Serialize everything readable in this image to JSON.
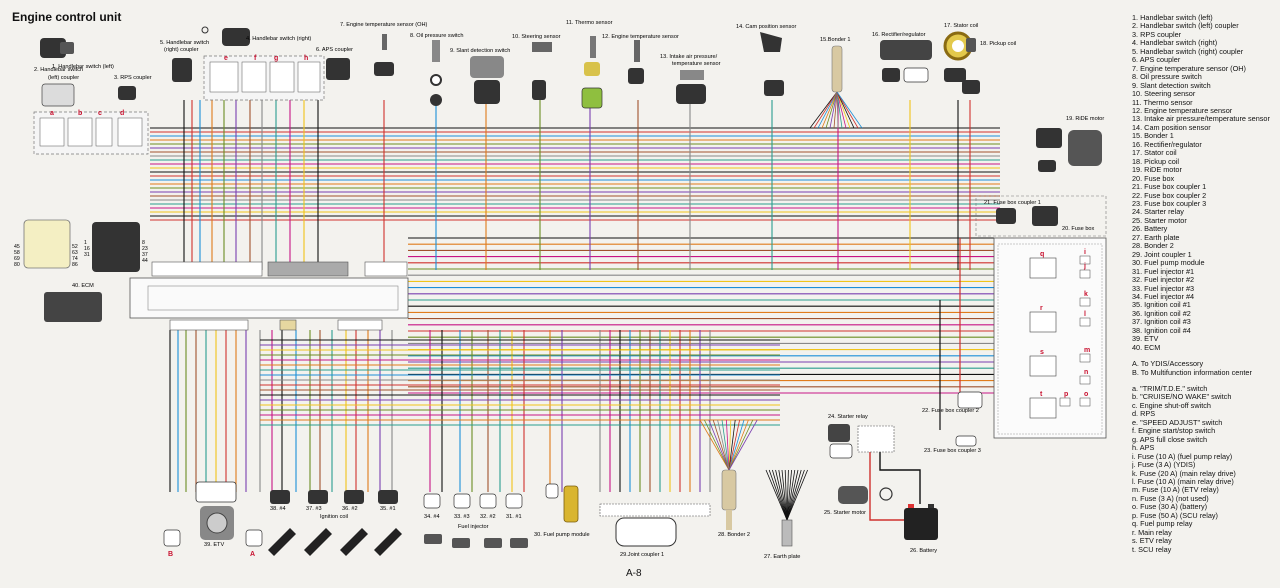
{
  "title": "Engine control unit",
  "page_number": "A-8",
  "components": {
    "c1": "1. Handlebar switch (left)",
    "c2a": "2. Handlebar switch",
    "c2b": "(left) coupler",
    "c3": "3. RPS coupler",
    "c4": "4. Handlebar switch (right)",
    "c5a": "5. Handlebar switch",
    "c5b": "(right) coupler",
    "c6": "6. APS coupler",
    "c7": "7. Engine temperature sensor (OH)",
    "c8": "8. Oil pressure switch",
    "c9": "9. Slant detection switch",
    "c10": "10. Steering sensor",
    "c11": "11. Thermo sensor",
    "c12": "12. Engine temperature sensor",
    "c13a": "13. Intake air pressure/",
    "c13b": "temperature sensor",
    "c14": "14. Cam position sensor",
    "c15": "15.Bonder 1",
    "c16": "16. Rectifier/regulator",
    "c17": "17. Stator coil",
    "c18": "18. Pickup coil",
    "c19": "19. RiDE motor",
    "c20": "20. Fuse box",
    "c21": "21. Fuse box coupler 1",
    "c22": "22. Fuse box coupler 2",
    "c23": "23. Fuse box coupler 3",
    "c24": "24. Starter relay",
    "c25": "25. Starter motor",
    "c26": "26. Battery",
    "c27": "27. Earth plate",
    "c28": "28. Bonder 2",
    "c29": "29.Joint coupler 1",
    "c30": "30. Fuel pump module",
    "c31": "31. #1",
    "c32": "32. #2",
    "c33": "33. #3",
    "c34": "34. #4",
    "c35": "35. #1",
    "c36": "36. #2",
    "c37": "37. #3",
    "c38": "38. #4",
    "c39": "39. ETV",
    "c40": "40. ECM",
    "ignition_coil": "Ignition coil",
    "fuel_injector": "Fuel injector"
  },
  "letters": {
    "a": "a",
    "b": "b",
    "c": "c",
    "d": "d",
    "e": "e",
    "f": "f",
    "g": "g",
    "h": "h",
    "i": "i",
    "j": "j",
    "k": "k",
    "l": "l",
    "m": "m",
    "n": "n",
    "o": "o",
    "p": "p",
    "q": "q",
    "r": "r",
    "s": "s",
    "t": "t",
    "A": "A",
    "B": "B"
  },
  "pins": {
    "p45": "45",
    "p58": "58",
    "p69": "69",
    "p80": "80",
    "p52": "52",
    "p63": "63",
    "p74": "74",
    "p86": "86",
    "p1": "1",
    "p8": "8",
    "p16": "16",
    "p23": "23",
    "p31": "31",
    "p37": "37",
    "p44": "44"
  },
  "legend": [
    "1. Handlebar switch (left)",
    "2. Handlebar switch (left) coupler",
    "3. RPS coupler",
    "4. Handlebar switch (right)",
    "5. Handlebar switch (right) coupler",
    "6. APS coupler",
    "7. Engine temperature sensor (OH)",
    "8. Oil pressure switch",
    "9. Slant detection switch",
    "10. Steering sensor",
    "11. Thermo sensor",
    "12. Engine temperature sensor",
    "13. Intake air pressure/temperature sensor",
    "14. Cam position sensor",
    "15. Bonder 1",
    "16. Rectifier/regulator",
    "17. Stator coil",
    "18. Pickup coil",
    "19. RiDE motor",
    "20. Fuse box",
    "21. Fuse box coupler 1",
    "22. Fuse box coupler 2",
    "23. Fuse box coupler 3",
    "24. Starter relay",
    "25. Starter motor",
    "26. Battery",
    "27. Earth plate",
    "28. Bonder 2",
    "29. Joint coupler 1",
    "30. Fuel pump module",
    "31. Fuel injector #1",
    "32. Fuel injector #2",
    "33. Fuel injector #3",
    "34. Fuel injector #4",
    "35. Ignition coil #1",
    "36. Ignition coil #2",
    "37. Ignition coil #3",
    "38. Ignition coil #4",
    "39. ETV",
    "40. ECM"
  ],
  "legend_refs": [
    "A. To YDIS/Accessory",
    "B. To Multifunction information center"
  ],
  "legend_switches": [
    "a. \"TRIM/T.D.E.\" switch",
    "b. \"CRUISE/NO WAKE\" switch",
    "c. Engine shut-off switch",
    "d. RPS",
    "e. \"SPEED ADJUST\" switch",
    "f. Engine start/stop switch",
    "g. APS full close switch",
    "h. APS",
    "i. Fuse (10 A) (fuel pump relay)",
    "j. Fuse (3 A) (YDIS)",
    "k. Fuse (20 A) (main relay drive)",
    "l. Fuse (10 A) (main relay drive)",
    "m. Fuse (10 A) (ETV relay)",
    "n. Fuse (3 A) (not used)",
    "o. Fuse (30 A) (battery)",
    "p. Fuse (50 A) (SCU relay)",
    "q. Fuel pump relay",
    "r. Main relay",
    "s. ETV relay",
    "t. SCU relay"
  ]
}
